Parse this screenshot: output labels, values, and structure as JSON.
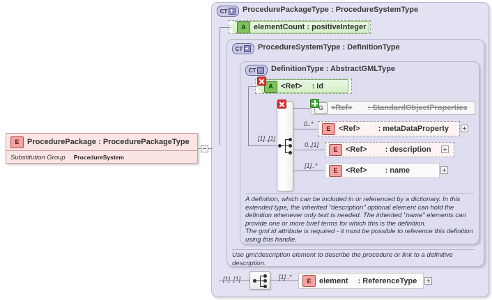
{
  "diagram": {
    "kind": "xsd-schema-diagram",
    "root_element": {
      "icon": "element-icon",
      "label": "ProcedurePackage  :  ProcedurePackageType",
      "substitution_group_key": "Substitution Group",
      "substitution_group_value": "ProcedureSystem",
      "collapse_toggle": "minus"
    },
    "containers": [
      {
        "id": "ct-procedurepackagetype",
        "badge": "CT",
        "badge_state": "plus",
        "title": "ProcedurePackageType : ProcedureSystemType"
      },
      {
        "id": "ct-proceduresystemtype",
        "badge": "CT",
        "badge_state": "plus",
        "title": "ProcedureSystemType : DefinitionType"
      },
      {
        "id": "ct-definitiontype",
        "badge": "CT",
        "badge_state": "minus",
        "title": "DefinitionType : AbstractGMLType"
      }
    ],
    "nodes": {
      "element_count": {
        "icon": "attribute-icon",
        "glyph": "A",
        "label": "elementCount : positiveInteger"
      },
      "ref_id": {
        "icon": "attribute-icon",
        "glyph": "A",
        "name": "<Ref>",
        "type": ": id",
        "marker": "prohibited-red-x"
      },
      "standard_object_properties": {
        "icon": "group-icon",
        "glyph": "G",
        "name": "<Ref>",
        "type": ": StandardObjectProperties",
        "marker": "added-green-plus",
        "struck_through": true
      },
      "meta_data_property": {
        "icon": "element-icon",
        "glyph": "E",
        "name": "<Ref>",
        "type": ": metaDataProperty",
        "cardinality": "0..*",
        "expand": "plus"
      },
      "description": {
        "icon": "element-icon",
        "glyph": "E",
        "name": "<Ref>",
        "type": ": description",
        "cardinality": "0..[1]",
        "expand": "plus"
      },
      "name": {
        "icon": "element-icon",
        "glyph": "E",
        "name": "<Ref>",
        "type": ": name",
        "cardinality": "[1]..*",
        "expand": "plus"
      },
      "bottom_element": {
        "icon": "element-icon",
        "glyph": "E",
        "name": "element",
        "type": ": ReferenceType",
        "cardinality": "[1]..*",
        "expand": "plus"
      }
    },
    "compositors": {
      "inner_sequence": {
        "icon": "sequence-icon",
        "cardinality": "[1]..[1]",
        "marker": "prohibited-red-x"
      },
      "outer_sequence": {
        "icon": "sequence-icon",
        "cardinality": "[1]..[1]"
      }
    },
    "documentation": {
      "definition_type": "A definition, which can be included in or referenced by a dictionary. In this extended type, the inherited \"description\" optional element can hold the definition whenever only text is needed. The inherited \"name\" elements can provide one or more brief terms for which this is the definition.\nThe gml:id attribute is required - it must be possible to reference this definition using this handle.",
      "procedure_system": "Use gml:description element to describe the procedure or link to a definitive description."
    },
    "colors": {
      "container_bg": "#e2e2f2",
      "container_border": "#b9b9cf",
      "element_bg": "#fbe4e4",
      "element_border": "#cf9b9b",
      "attribute_bg": "#d4efc6",
      "attribute_border": "#7fae6a",
      "prohibited_marker": "#e03030",
      "added_marker": "#44b13a",
      "connector": "#8a8a9a"
    }
  }
}
